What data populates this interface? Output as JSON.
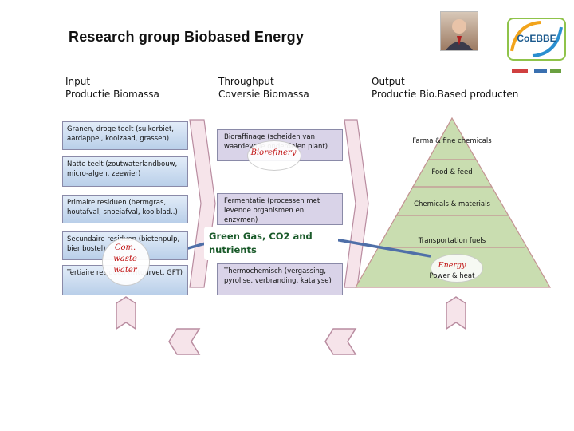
{
  "header": {
    "title": "Research group Biobased Energy"
  },
  "columns": {
    "input": {
      "line1": "Input",
      "line2": "Productie Biomassa"
    },
    "throughput": {
      "line1": "Throughput",
      "line2": "Coversie Biomassa"
    },
    "output": {
      "line1": "Output",
      "line2": "Productie Bio.Based producten"
    }
  },
  "input_boxes": [
    "Granen, droge teelt (suikerbiet, aardappel, koolzaad, grassen)",
    "Natte teelt (zoutwaterlandbouw, micro-algen, zeewier)",
    "Primaire residuen (bermgras, houtafval, snoeiafval, koolblad..)",
    "Secundaire residuen (bietenpulp, bier bostel)",
    "Tertiaire residuen (frituurvet, GFT)"
  ],
  "throughput_boxes": [
    "Bioraffinage (scheiden van waardevolle onderdelen plant)",
    "Fermentatie (processen met levende organismen en enzymen)",
    "Thermochemisch (vergassing, pyrolise, verbranding, katalyse)"
  ],
  "bubbles": {
    "biorefinery": "Biorefinery",
    "com_waste_water": "Com. waste water",
    "green_gas": "Green Gas, CO2 and nutrients",
    "energy": "Energy"
  },
  "pyramid_levels": [
    "Farma & fine chemicals",
    "Food & feed",
    "Chemicals & materials",
    "Transportation fuels",
    "Power & heat"
  ],
  "logo": {
    "text": "CoEBBE"
  },
  "colors": {
    "input_box_top": "#e2ecf8",
    "input_box_bottom": "#b9cfe9",
    "throughput_box": "#d9d3e8",
    "pyramid_fill": "#c9ddb0",
    "pyramid_stroke": "#c39292",
    "chevron_fill": "#f6e4ea",
    "chevron_stroke": "#b98ca0",
    "connector": "#4f6fa8",
    "biorefinery_text": "#c01010"
  }
}
